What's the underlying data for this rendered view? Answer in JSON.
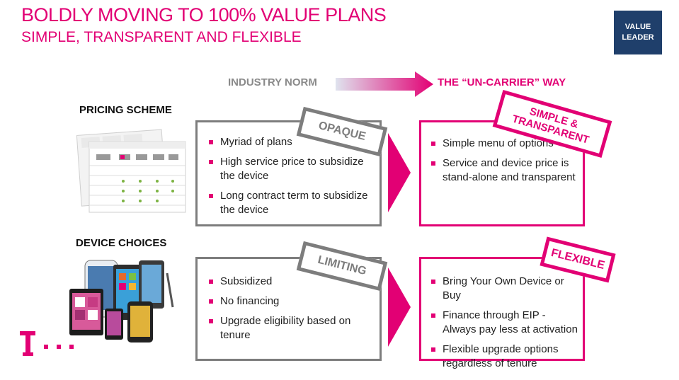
{
  "header": {
    "title": "BOLDLY MOVING TO 100% VALUE PLANS",
    "subtitle": "SIMPLE, TRANSPARENT AND FLEXIBLE",
    "badge_line1": "VALUE",
    "badge_line2": "LEADER"
  },
  "columns": {
    "industry_norm": "INDUSTRY NORM",
    "uncarrier": "THE “UN-CARRIER” WAY"
  },
  "rows": [
    {
      "label": "PRICING SCHEME",
      "norm_stamp": "OPAQUE",
      "norm_items": [
        "Myriad of plans",
        "High service price to subsidize the device",
        "Long contract term to subsidize the device"
      ],
      "uncarrier_stamp_line1": "SIMPLE &",
      "uncarrier_stamp_line2": "TRANSPARENT",
      "uncarrier_items": [
        "Simple menu of options",
        "Service and device price is stand-alone and  transparent"
      ]
    },
    {
      "label": "DEVICE CHOICES",
      "norm_stamp": "LIMITING",
      "norm_items": [
        "Subsidized",
        "No financing",
        "Upgrade eligibility  based on tenure"
      ],
      "uncarrier_stamp": "FLEXIBLE",
      "uncarrier_items": [
        "Bring Your Own Device or Buy",
        "Finance through EIP  -  Always pay less at activation",
        "Flexible upgrade options regardless of tenure"
      ]
    }
  ],
  "colors": {
    "magenta": "#e20074",
    "grey": "#7d7d7d",
    "navy": "#1f3f6b"
  },
  "icons": [
    "t-mobile-logo",
    "pricing-table-image",
    "smartphones-image"
  ]
}
